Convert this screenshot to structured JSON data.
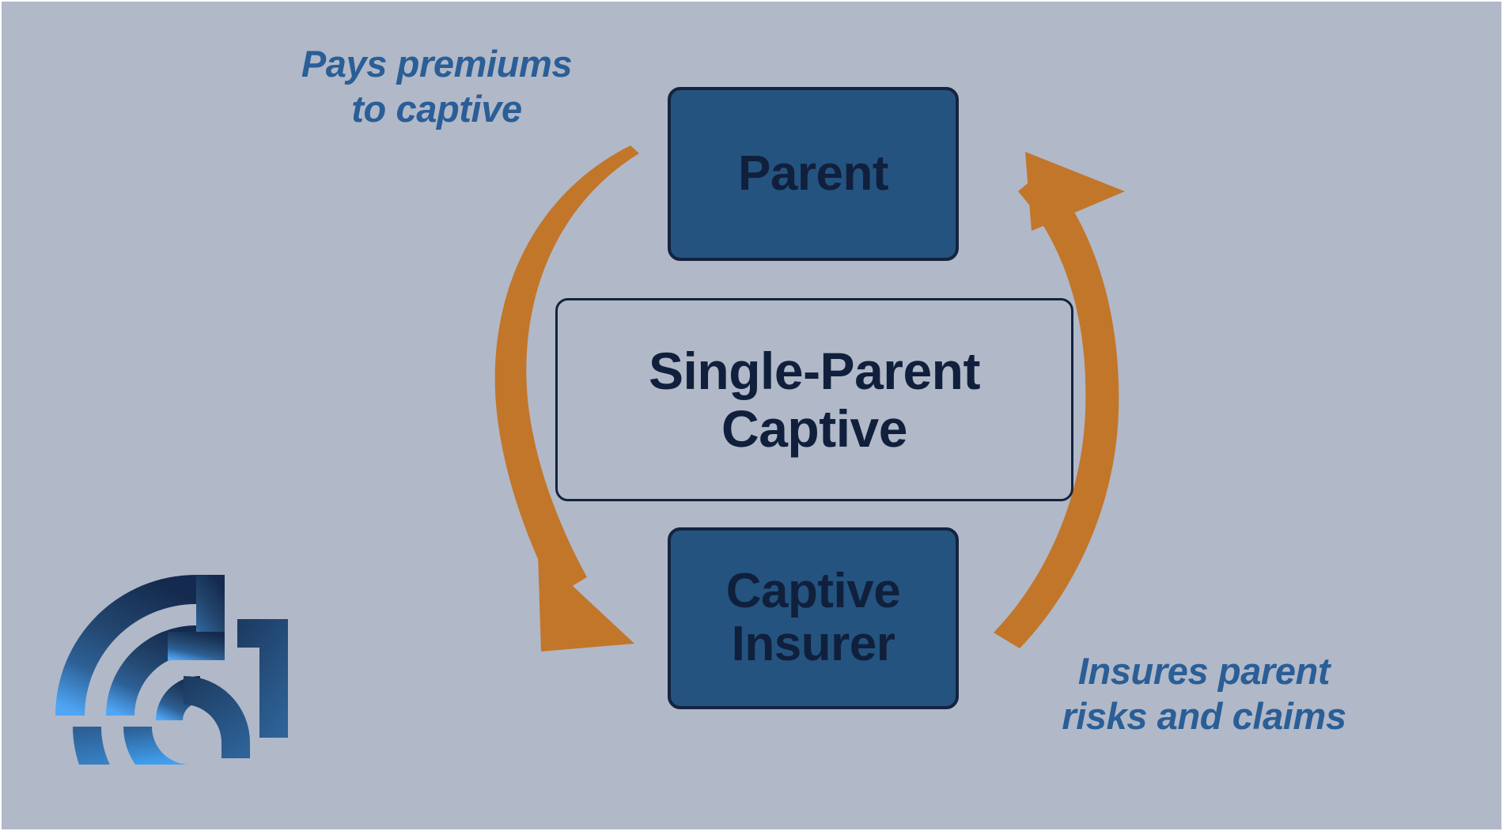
{
  "diagram": {
    "title": "Single-Parent Captive",
    "background_color": "#b1b8c8",
    "nodes": [
      {
        "id": "parent",
        "label": "Parent",
        "fill": "#24537f",
        "border": "#14233f",
        "text_color": "#10203c"
      },
      {
        "id": "center",
        "label": "Single-Parent\nCaptive",
        "fill": "transparent",
        "border": "#14233f",
        "text_color": "#10203c"
      },
      {
        "id": "captive",
        "label": "Captive\nInsurer",
        "fill": "#24537f",
        "border": "#14233f",
        "text_color": "#10203c"
      }
    ],
    "annotations": [
      {
        "id": "pays-premiums",
        "text": "Pays premiums\nto captive",
        "color": "#2a5e96"
      },
      {
        "id": "insures-risks",
        "text": "Insures parent\nrisks and claims",
        "color": "#2a5e96"
      }
    ],
    "arrows": [
      {
        "id": "left-arrow",
        "from": "parent",
        "to": "captive",
        "color": "#c2762a",
        "direction": "clockwise-down-left"
      },
      {
        "id": "right-arrow",
        "from": "captive",
        "to": "parent",
        "color": "#c2762a",
        "direction": "clockwise-up-right"
      }
    ],
    "logo": {
      "name": "concentric-arc-logo",
      "gradient_start": "#142a4e",
      "gradient_mid": "#2d6096",
      "gradient_end": "#3f9dec"
    }
  }
}
